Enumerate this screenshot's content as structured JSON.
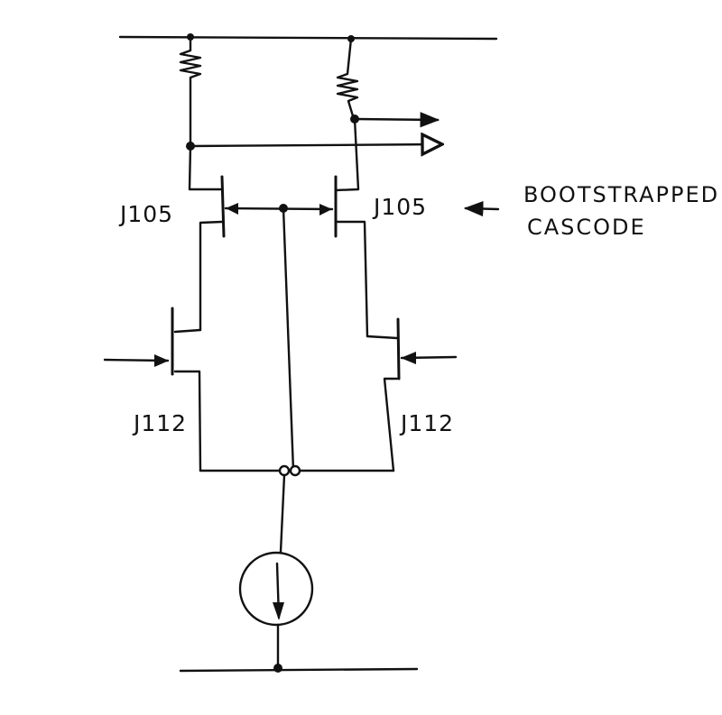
{
  "labels": {
    "upper_left_jfet": "J105",
    "upper_right_jfet": "J105",
    "lower_left_jfet": "J112",
    "lower_right_jfet": "J112"
  },
  "annotation": {
    "line1": "BOOTSTRAPPED",
    "line2": "CASCODE"
  }
}
